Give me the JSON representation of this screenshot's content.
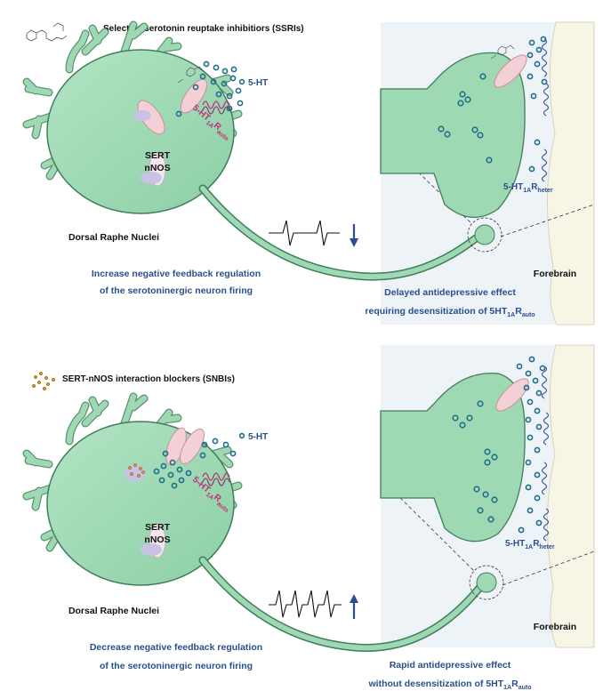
{
  "colors": {
    "neuron_fill": "#9ed9b4",
    "neuron_stroke": "#3f7d5b",
    "synapse_bg": "#eef3f8",
    "text_blue": "#2a4f8f",
    "vesicle": "#1f6e8c",
    "receptor_pink": "#c0307a",
    "receptor_blue": "#3c58a0"
  },
  "panel_top": {
    "drug_title": "Selective serotonin reuptake inhibitiors (SSRIs)",
    "label_5ht": "5-HT",
    "sert_label": "SERT",
    "nnos_label": "nNOS",
    "receptor_auto_main": "5-HT",
    "receptor_auto_sub1": "1A",
    "receptor_auto_r": "R",
    "receptor_auto_sub2": "auto",
    "region_label": "Dorsal Raphe Nuclei",
    "forebrain_label": "Forebrain",
    "effect_line1": "Increase negative feedback regulation",
    "effect_line2": "of the serotoninergic neuron firing",
    "outcome_line1": "Delayed antidepressive effect",
    "outcome_line2_main": "requiring desensitization of 5HT",
    "outcome_sub1": "1A",
    "outcome_r": "R",
    "outcome_sub2": "auto",
    "receptor_heter_main": "5-HT",
    "receptor_heter_sub1": "1A",
    "receptor_heter_r": "R",
    "receptor_heter_sub2": "heter",
    "firing_arrow": "down"
  },
  "panel_bottom": {
    "drug_title": "SERT-nNOS interaction blockers (SNBIs)",
    "label_5ht": "5-HT",
    "sert_label": "SERT",
    "nnos_label": "nNOS",
    "receptor_auto_main": "5-HT",
    "receptor_auto_sub1": "1A",
    "receptor_auto_r": "R",
    "receptor_auto_sub2": "auto",
    "region_label": "Dorsal Raphe Nuclei",
    "forebrain_label": "Forebrain",
    "effect_line1": "Decrease negative feedback regulation",
    "effect_line2": "of the serotoninergic neuron firing",
    "outcome_line1": "Rapid antidepressive effect",
    "outcome_line2_main": "without desensitization of 5HT",
    "outcome_sub1": "1A",
    "outcome_r": "R",
    "outcome_sub2": "auto",
    "receptor_heter_main": "5-HT",
    "receptor_heter_sub1": "1A",
    "receptor_heter_r": "R",
    "receptor_heter_sub2": "heter",
    "firing_arrow": "up"
  }
}
